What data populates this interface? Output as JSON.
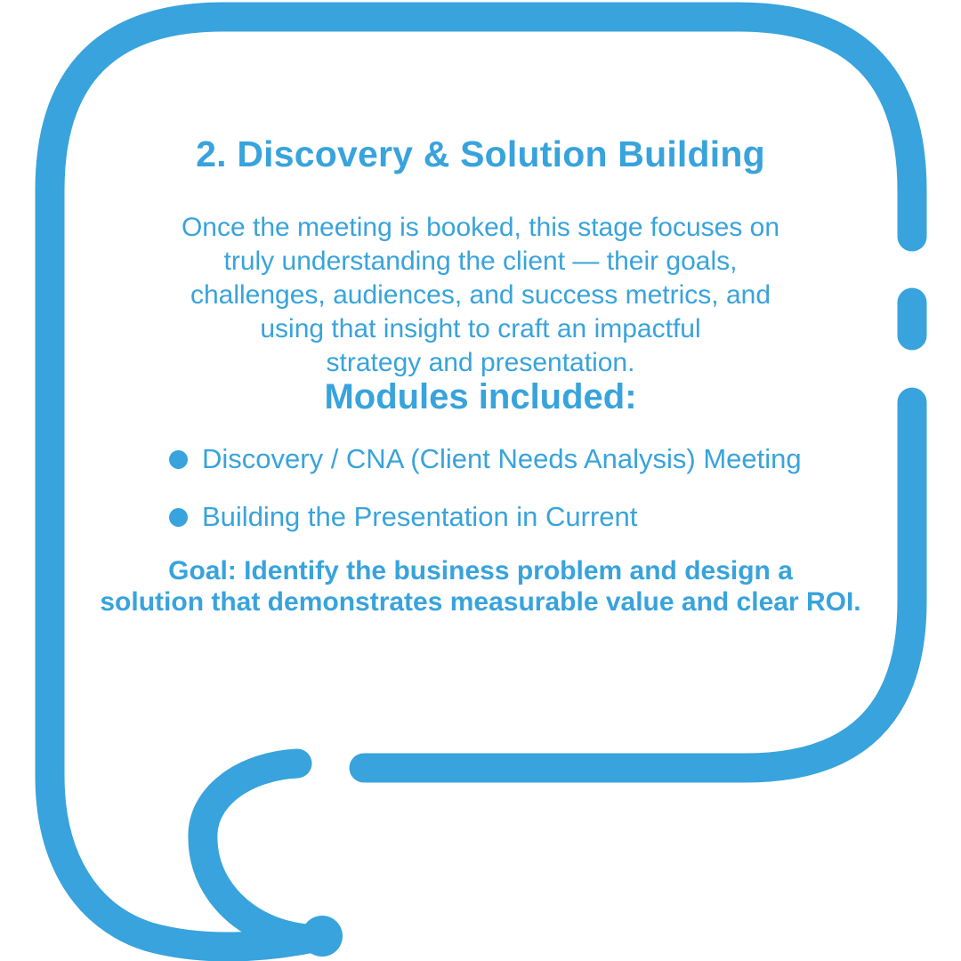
{
  "colors": {
    "accent": "#38A3DC",
    "background": "#FFFFFF"
  },
  "content": {
    "title": "2. Discovery & Solution Building",
    "intro_lines": [
      "Once the meeting is booked, this stage focuses on",
      "truly understanding the client — their goals,",
      "challenges, audiences, and success metrics, and",
      "using that insight to craft an impactful",
      "strategy and presentation."
    ],
    "modules_heading": "Modules included:",
    "bullets": [
      {
        "label": "Discovery / CNA (Client Needs Analysis) Meeting"
      },
      {
        "label": "Building the Presentation in Current"
      }
    ],
    "goal_lines": [
      "Goal: Identify the business problem and design a",
      "solution that demonstrates measurable value and clear ROI."
    ]
  }
}
